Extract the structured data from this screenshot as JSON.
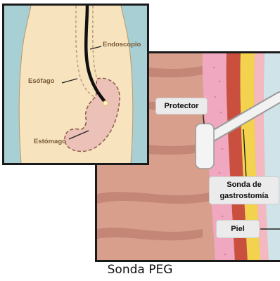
{
  "labels": {
    "endoscopio": "Endoscopio",
    "esofago": "Esófago",
    "estomago": "Estómago",
    "protector": "Protector",
    "sonda_line1": "Sonda de",
    "sonda_line2": "gastrostomía",
    "piel": "Piel"
  },
  "caption": "Sonda PEG",
  "colors": {
    "skin_torso": "#f7e3bd",
    "skin_side": "#a8cfd3",
    "stomach_fill": "#ecc1b8",
    "muscle": "#d8a08c",
    "fat_yellow": "#f3d34e",
    "dermis_pink": "#f0a8c0",
    "tube_white": "#f2f2f2",
    "endoscope": "#111111",
    "frame": "#1a1a1a"
  }
}
